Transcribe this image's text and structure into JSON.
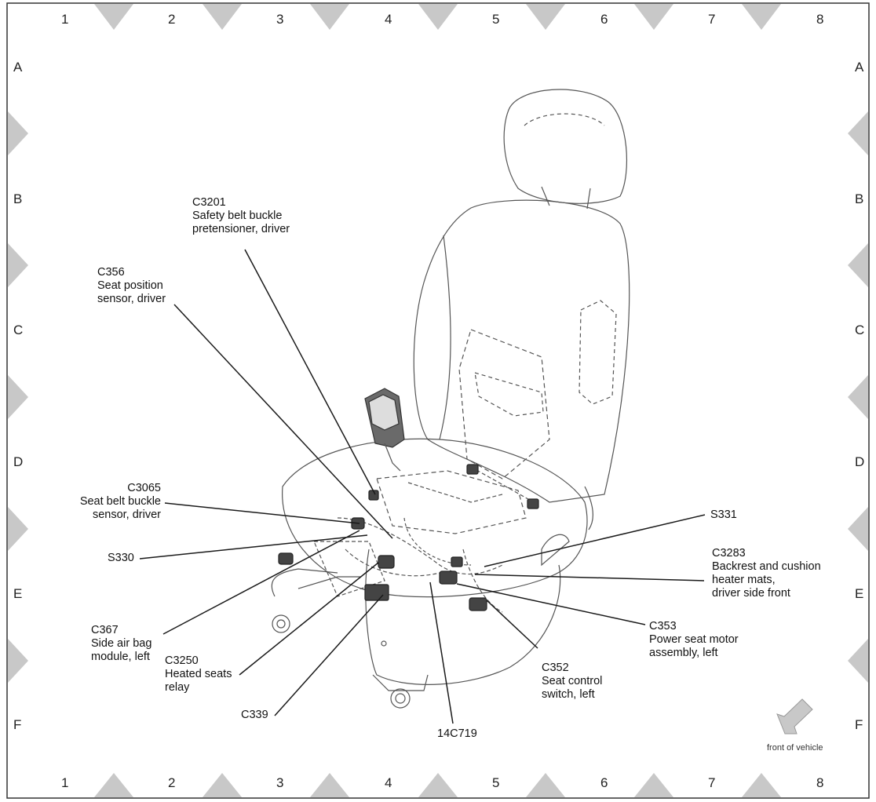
{
  "grid": {
    "columns": [
      "1",
      "2",
      "3",
      "4",
      "5",
      "6",
      "7",
      "8"
    ],
    "rows": [
      "A",
      "B",
      "C",
      "D",
      "E",
      "F"
    ]
  },
  "callouts": {
    "c3201": {
      "id": "C3201",
      "lines": [
        "Safety belt buckle",
        "pretensioner, driver"
      ]
    },
    "c356": {
      "id": "C356",
      "lines": [
        "Seat position",
        "sensor, driver"
      ]
    },
    "c3065": {
      "id": "C3065",
      "lines": [
        "Seat belt buckle",
        "sensor, driver"
      ]
    },
    "s330": {
      "id": "S330"
    },
    "c367": {
      "id": "C367",
      "lines": [
        "Side air bag",
        "module, left"
      ]
    },
    "c3250": {
      "id": "C3250",
      "lines": [
        "Heated seats",
        "relay"
      ]
    },
    "c339": {
      "id": "C339"
    },
    "w14c719": {
      "id": "14C719"
    },
    "c352": {
      "id": "C352",
      "lines": [
        "Seat control",
        "switch, left"
      ]
    },
    "c353": {
      "id": "C353",
      "lines": [
        "Power seat motor",
        "assembly, left"
      ]
    },
    "c3283": {
      "id": "C3283",
      "lines": [
        "Backrest and cushion",
        "heater mats,",
        "driver side front"
      ]
    },
    "s331": {
      "id": "S331"
    }
  },
  "orientation": {
    "label": "front of vehicle",
    "icon": "arrow-down-left-icon"
  },
  "colors": {
    "marker": "#c8c8c8",
    "line": "#1a1a1a",
    "drawing": "#555555"
  }
}
